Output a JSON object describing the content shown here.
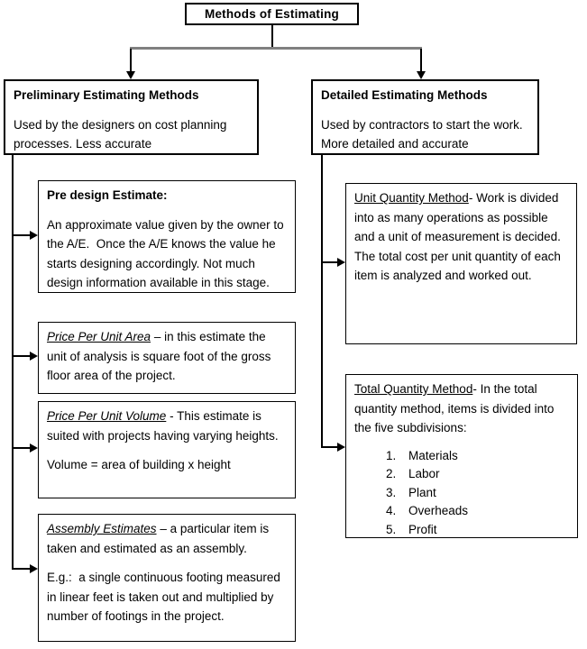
{
  "root": {
    "title": "Methods of Estimating"
  },
  "branches": {
    "preliminary": {
      "title": "Preliminary Estimating Methods",
      "body": "Used by the designers on cost planning processes. Less accurate"
    },
    "detailed": {
      "title": "Detailed Estimating Methods",
      "body": "Used by contractors to start the work. More detailed and accurate"
    }
  },
  "preliminary_methods": {
    "predesign": {
      "title": "Pre design Estimate:",
      "body": "An approximate value given by the owner to the A/E.  Once the A/E knows the value he starts designing accordingly. Not much design information available in this stage."
    },
    "unit_area": {
      "lead": "Price Per Unit Area",
      "rest": "– in this estimate the unit of analysis is square foot of the gross floor area of the project."
    },
    "unit_volume": {
      "lead": "Price Per Unit Volume",
      "rest": "- This estimate is suited with projects having varying heights.",
      "formula": "Volume = area of building x height"
    },
    "assembly": {
      "lead": "Assembly Estimates",
      "rest": "– a particular item is taken and estimated as an assembly.",
      "example": "E.g.:  a single continuous footing measured in linear feet is taken out and multiplied by number of footings in the project."
    }
  },
  "detailed_methods": {
    "unit_quantity": {
      "lead": "Unit Quantity Method",
      "rest": "- Work is divided into as many operations as possible and a unit of measurement is decided. The total cost per unit quantity of each item is analyzed and worked out."
    },
    "total_quantity": {
      "lead": "Total Quantity Method",
      "rest": "- In the total quantity method, items is divided into the five subdivisions:",
      "subdivisions": [
        "Materials",
        "Labor",
        "Plant",
        "Overheads",
        "Profit"
      ]
    }
  },
  "colors": {
    "background": "#ffffff",
    "line_black": "#000000",
    "connector_gray": "#808080"
  }
}
